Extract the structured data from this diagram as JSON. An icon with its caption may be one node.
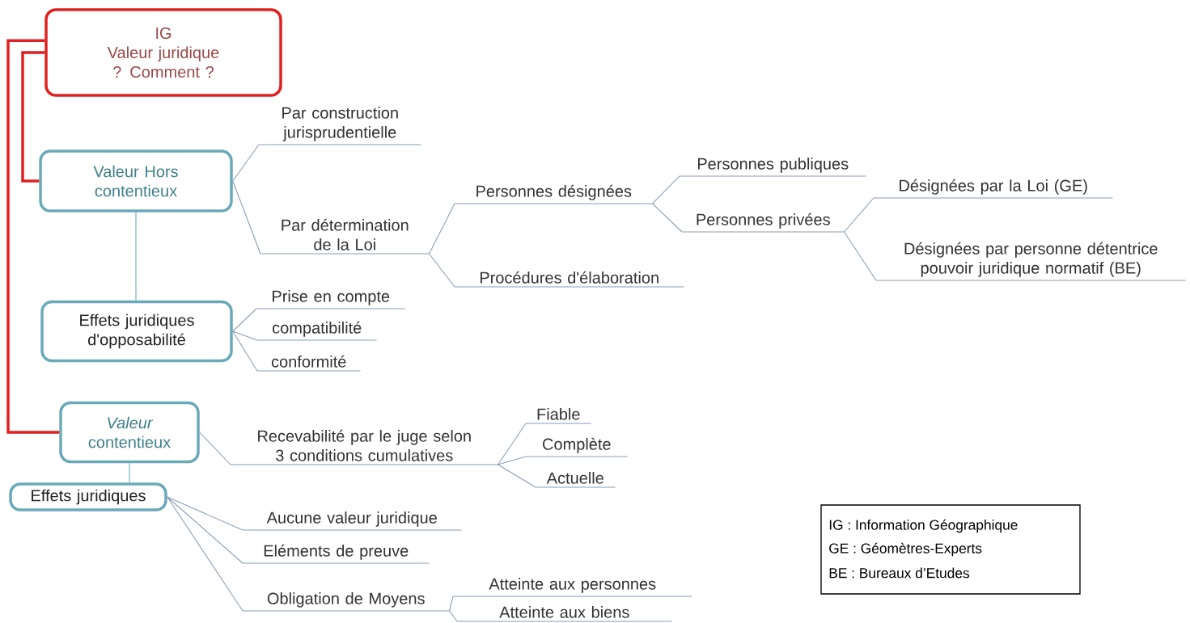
{
  "diagram": {
    "nodes": [
      {
        "text": [
          "IG",
          "Valeur juridique ? Comment ?"
        ]
      },
      {
        "text": [
          "Valeur Hors contentieux"
        ]
      },
      {
        "text": [
          "Effets juridiques d'opposabilité"
        ]
      },
      {
        "text": [
          "*Valeur* contentieux"
        ]
      },
      {
        "text": [
          "Effets juridiques"
        ]
      },
      {
        "text": [
          "Par construction jurisprudentielle"
        ]
      },
      {
        "text": [
          "Par détermination de la Loi"
        ]
      },
      {
        "text": [
          "Personnes désignées"
        ]
      },
      {
        "text": [
          "Procédures d'élaboration"
        ]
      },
      {
        "text": [
          "Personnes publiques"
        ]
      },
      {
        "text": [
          "Personnes privées"
        ]
      },
      {
        "text": [
          "Désignées par la Loi (GE)"
        ]
      },
      {
        "text": [
          "Désignées par personne détentrice pouvoir juridique normatif (BE)"
        ]
      },
      {
        "text": [
          "Prise en compte"
        ]
      },
      {
        "text": [
          "compatibilité"
        ]
      },
      {
        "text": [
          "conformité"
        ]
      },
      {
        "text": [
          "Recevabilité par le juge selon 3 conditions cumulatives"
        ]
      },
      {
        "text": [
          "Fiable"
        ]
      },
      {
        "text": [
          "Complète"
        ]
      },
      {
        "text": [
          "Actuelle"
        ]
      },
      {
        "text": [
          "Aucune valeur juridique"
        ]
      },
      {
        "text": [
          "Eléments de preuve"
        ]
      },
      {
        "text": [
          "Obligation de Moyens"
        ]
      },
      {
        "text": [
          "Atteinte aux personnes"
        ]
      },
      {
        "text": [
          "Atteinte aux biens"
        ]
      }
    ],
    "edges": [
      {
        "from": 0,
        "to": 1,
        "arrow": "none",
        "style": "thick",
        "color": "#e02020"
      },
      {
        "from": 0,
        "to": 3,
        "arrow": "none",
        "style": "thick",
        "color": "#e02020"
      },
      {
        "from": 1,
        "to": 2,
        "arrow": "none",
        "color": "#6aaab8"
      },
      {
        "from": 3,
        "to": 4,
        "arrow": "none",
        "color": "#6aaab8"
      },
      {
        "from": 1,
        "to": 5,
        "arrow": "none"
      },
      {
        "from": 1,
        "to": 6,
        "arrow": "none"
      },
      {
        "from": 6,
        "to": 7,
        "arrow": "none"
      },
      {
        "from": 6,
        "to": 8,
        "arrow": "none"
      },
      {
        "from": 7,
        "to": 9,
        "arrow": "none"
      },
      {
        "from": 7,
        "to": 10,
        "arrow": "none"
      },
      {
        "from": 10,
        "to": 11,
        "arrow": "none"
      },
      {
        "from": 10,
        "to": 12,
        "arrow": "none"
      },
      {
        "from": 2,
        "to": 13,
        "arrow": "none"
      },
      {
        "from": 2,
        "to": 14,
        "arrow": "none"
      },
      {
        "from": 2,
        "to": 15,
        "arrow": "none"
      },
      {
        "from": 3,
        "to": 16,
        "arrow": "none"
      },
      {
        "from": 16,
        "to": 17,
        "arrow": "none"
      },
      {
        "from": 16,
        "to": 18,
        "arrow": "none"
      },
      {
        "from": 16,
        "to": 19,
        "arrow": "none"
      },
      {
        "from": 4,
        "to": 20,
        "arrow": "none"
      },
      {
        "from": 4,
        "to": 21,
        "arrow": "none"
      },
      {
        "from": 4,
        "to": 22,
        "arrow": "none"
      },
      {
        "from": 22,
        "to": 23,
        "arrow": "none"
      },
      {
        "from": 22,
        "to": 24,
        "arrow": "none"
      }
    ],
    "labels": [
      "IG : Information Géographique",
      "GE : Géomètres-Experts",
      "BE : Bureaux d’Etudes"
    ]
  }
}
